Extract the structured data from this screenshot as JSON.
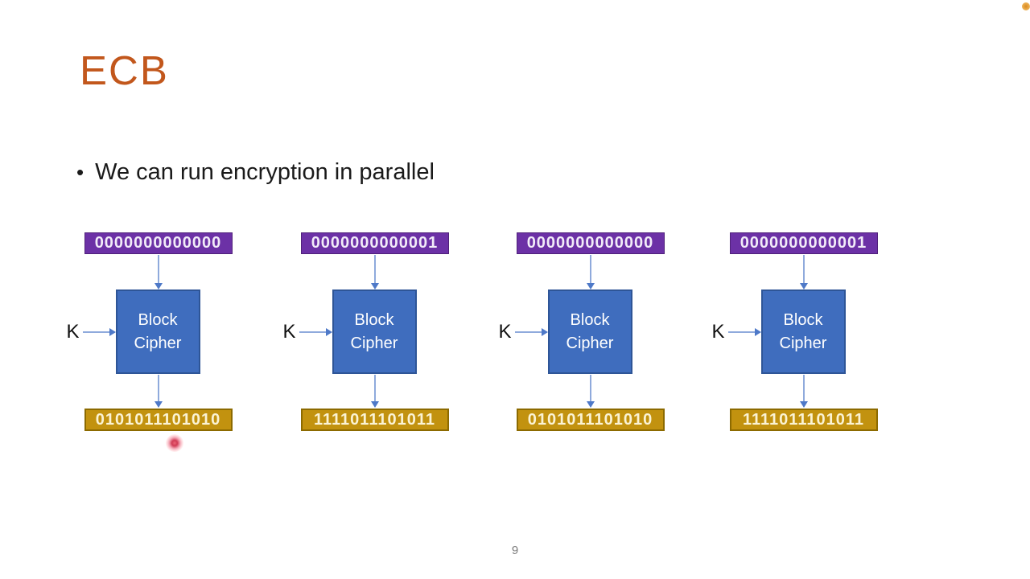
{
  "slide": {
    "title": "ECB",
    "bullet_marker": "•",
    "bullet": "We can run encryption in parallel",
    "key_label": "K",
    "block_label": "Block Cipher",
    "page_number": "9",
    "columns": [
      {
        "input": "0000000000000",
        "output": "0101011101010"
      },
      {
        "input": "0000000000001",
        "output": "1111011101011"
      },
      {
        "input": "0000000000000",
        "output": "0101011101010"
      },
      {
        "input": "0000000000001",
        "output": "1111011101011"
      }
    ],
    "colors": {
      "title": "#c2571c",
      "input_fill": "#6c31a6",
      "block_fill": "#3f6dbe",
      "block_border": "#2e5597",
      "output_fill": "#c2920f",
      "output_border": "#8c6a00",
      "arrow": "#8faadc",
      "arrow_head": "#4e79c8"
    }
  }
}
